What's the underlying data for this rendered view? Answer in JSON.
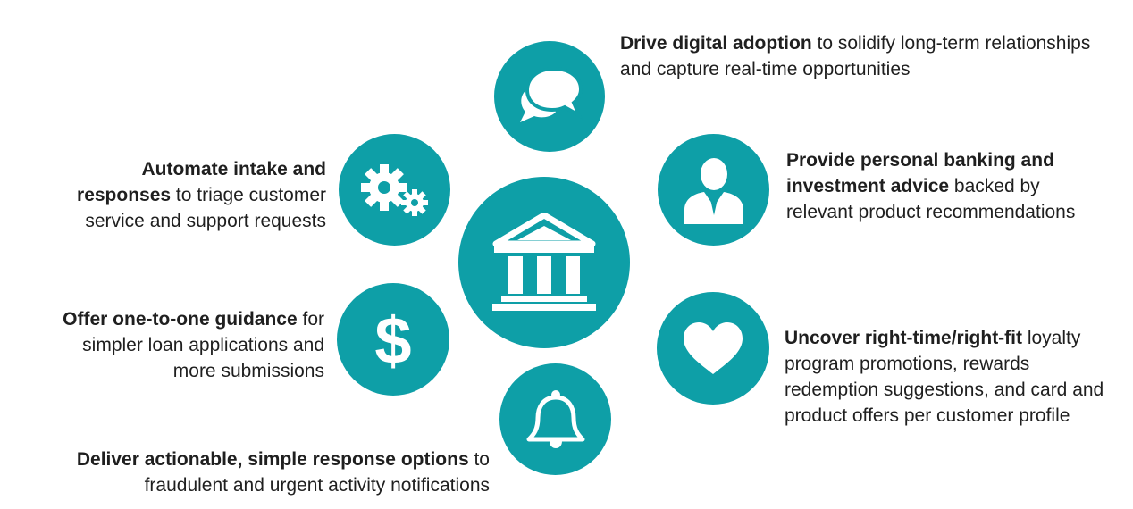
{
  "colors": {
    "accent": "#0e9fa7",
    "icon": "#ffffff",
    "text": "#1f1f1f"
  },
  "center": {
    "icon": "bank-building-icon"
  },
  "items": [
    {
      "icon": "chat-bubbles-icon",
      "bold": "Drive digital adoption",
      "rest": " to solidify long-term relationships and capture real-time opportunities"
    },
    {
      "icon": "gears-icon",
      "bold": "Automate intake and responses",
      "rest": " to triage customer service and support requests"
    },
    {
      "icon": "advisor-person-icon",
      "bold": "Provide personal banking and investment advice",
      "rest": " backed by relevant product recommendations"
    },
    {
      "icon": "dollar-sign-icon",
      "bold": "Offer one-to-one guidance",
      "rest": " for simpler loan applications and more submissions"
    },
    {
      "icon": "heart-icon",
      "bold": "Uncover right-time/right-fit",
      "rest": " loyalty program promotions, rewards redemption suggestions, and card and product offers per customer profile"
    },
    {
      "icon": "bell-icon",
      "bold": "Deliver actionable, simple response options",
      "rest": " to fraudulent and urgent activity notifications"
    }
  ]
}
